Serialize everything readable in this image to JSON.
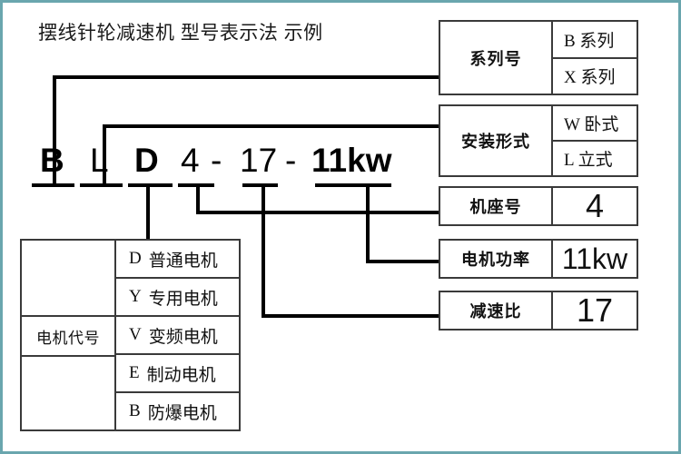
{
  "title": "摆线针轮减速机 型号表示法 示例",
  "model_code": {
    "segments": [
      {
        "text": "B",
        "weight": "bold"
      },
      {
        "text": "L",
        "weight": "light"
      },
      {
        "text": "D",
        "weight": "bold"
      },
      {
        "text": "4",
        "weight": "light"
      },
      {
        "text": "-",
        "weight": "light"
      },
      {
        "text": "17",
        "weight": "light"
      },
      {
        "text": "-",
        "weight": "light"
      },
      {
        "text": "11kw",
        "weight": "bold"
      }
    ],
    "full": "BLD4-17-11kw"
  },
  "right_boxes": [
    {
      "label": "系列号",
      "values": [
        "B 系列",
        "X 系列"
      ]
    },
    {
      "label": "安装形式",
      "values": [
        "W 卧式",
        "L 立式"
      ]
    },
    {
      "label": "机座号",
      "value": "4"
    },
    {
      "label": "电机功率",
      "value": "11kw"
    },
    {
      "label": "减速比",
      "value": "17"
    }
  ],
  "motor_table": {
    "label": "电机代号",
    "rows": [
      {
        "code": "D",
        "name": "普通电机"
      },
      {
        "code": "Y",
        "name": "专用电机"
      },
      {
        "code": "V",
        "name": "变频电机"
      },
      {
        "code": "E",
        "name": "制动电机"
      },
      {
        "code": "B",
        "name": "防爆电机"
      }
    ]
  },
  "colors": {
    "frame": "#6aa6ae",
    "line": "#000000",
    "box_border": "#3a3a3a",
    "background": "#ffffff"
  }
}
